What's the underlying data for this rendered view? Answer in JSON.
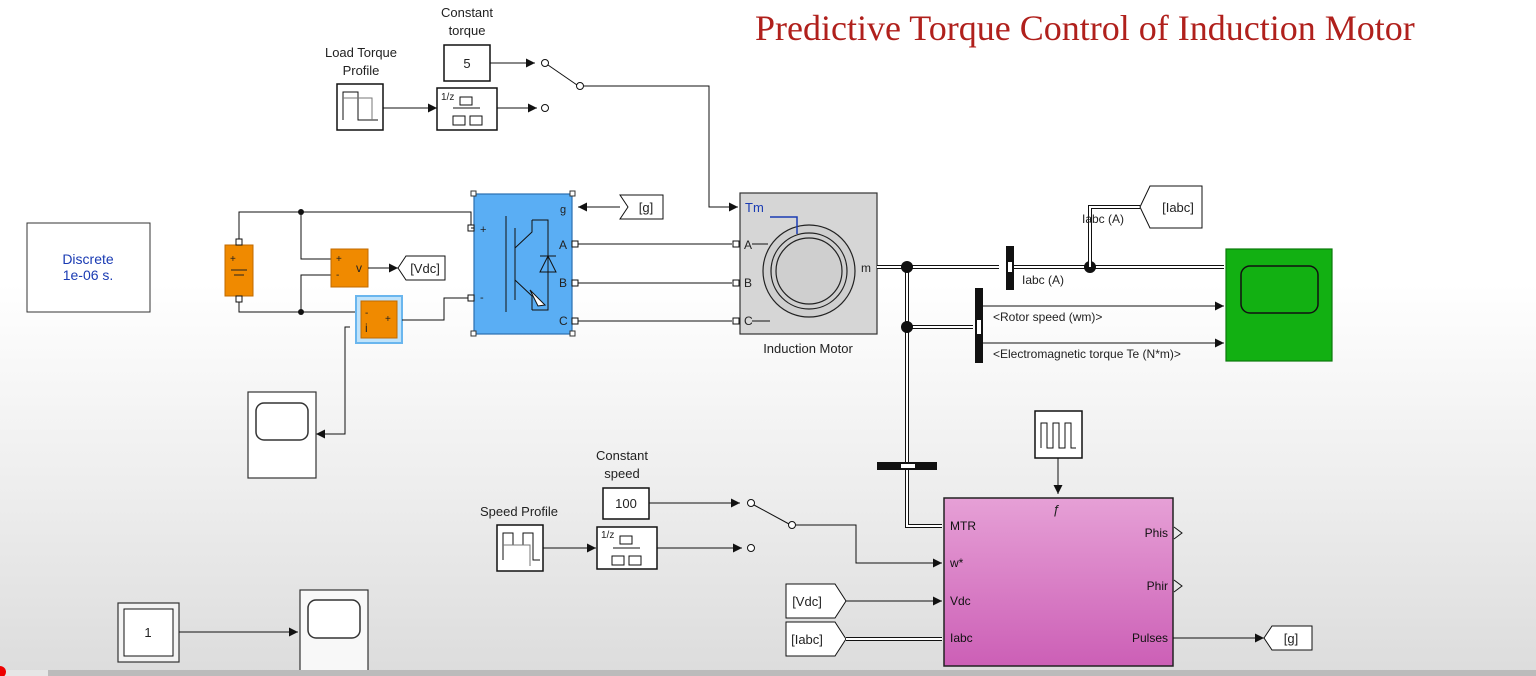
{
  "title": "Predictive Torque Control of Induction Motor",
  "powergui": {
    "line1": "Discrete",
    "line2": "1e-06 s."
  },
  "load_torque": {
    "label_line1": "Load Torque",
    "label_line2": "Profile"
  },
  "constant_torque": {
    "label_line1": "Constant",
    "label_line2": "torque",
    "value": "5"
  },
  "rate_transition": {
    "text": "1/z"
  },
  "voltage_meas": {
    "port": "v",
    "plus": "+",
    "minus": "-"
  },
  "current_meas": {
    "port": "i",
    "plus": "+",
    "minus": "-"
  },
  "goto_vdc": "[Vdc]",
  "goto_g_top": "[g]",
  "goto_iabc": "[Iabc]",
  "inverter": {
    "port_g": "g",
    "port_a": "A",
    "port_b": "B",
    "port_c": "C",
    "plus": "+",
    "minus": "-"
  },
  "motor": {
    "name": "Induction Motor",
    "port_tm": "Tm",
    "port_a": "A",
    "port_b": "B",
    "port_c": "C",
    "port_m": "m"
  },
  "signals": {
    "iabc_top": "Iabc (A)",
    "iabc_bottom": "Iabc (A)",
    "rotor_speed": "<Rotor speed (wm)>",
    "torque": "<Electromagnetic torque Te (N*m)>"
  },
  "constant_speed": {
    "label_line1": "Constant",
    "label_line2": "speed",
    "value": "100"
  },
  "speed_profile": {
    "label": "Speed Profile"
  },
  "from_vdc": "[Vdc]",
  "from_iabc": "[Iabc]",
  "goto_g_bottom": "[g]",
  "controller": {
    "in_mtr": "MTR",
    "in_w": "w*",
    "in_vdc": "Vdc",
    "in_iabc": "Iabc",
    "out_phis": "Phis",
    "out_phir": "Phir",
    "out_pulses": "Pulses"
  },
  "const_one": "1",
  "colors": {
    "title": "#b0201c",
    "inverter": "#5aaef4",
    "scope_green": "#12b012",
    "controller": "#d879c2",
    "orange": "#f08a00",
    "port_blue": "#1a3bb3"
  }
}
